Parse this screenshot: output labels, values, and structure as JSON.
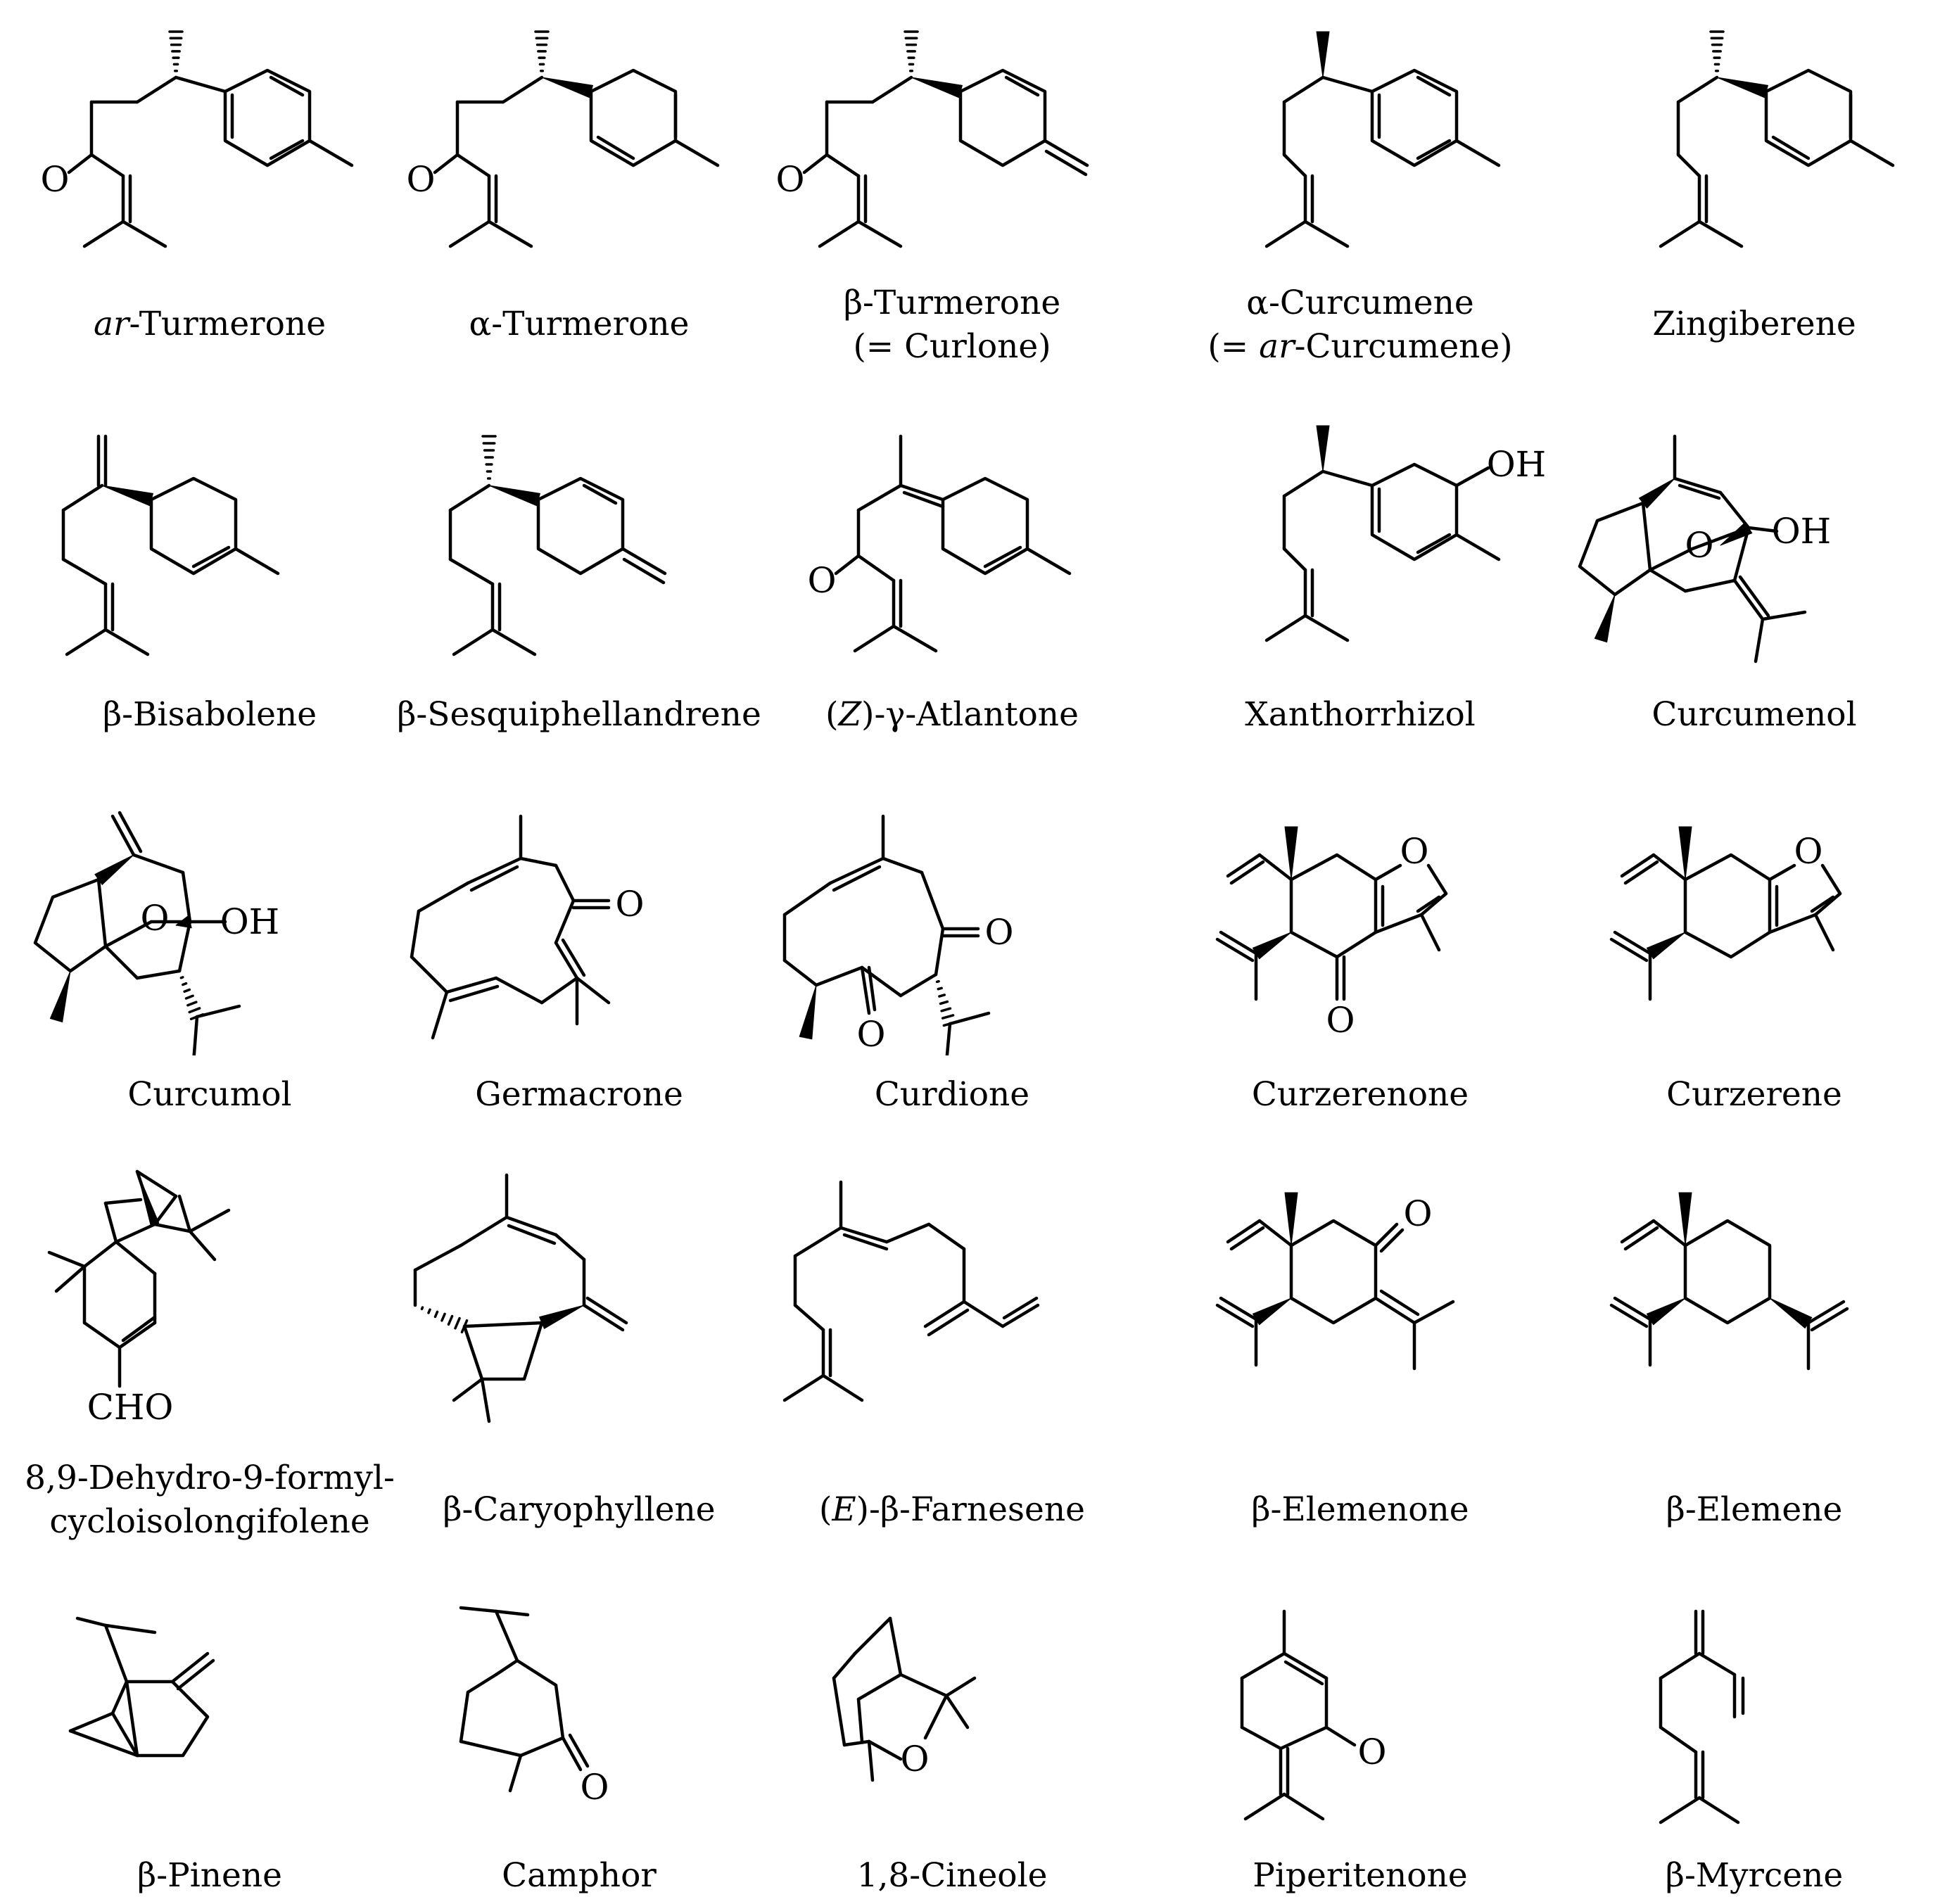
{
  "figure": {
    "compounds": [
      {
        "id": "ar-turmerone",
        "name_parts": [
          {
            "t": "ar",
            "i": true
          },
          {
            "t": "-Turmerone",
            "i": false
          }
        ],
        "line2": []
      },
      {
        "id": "alpha-turmerone",
        "name_parts": [
          {
            "t": "α-Turmerone",
            "i": false
          }
        ],
        "line2": []
      },
      {
        "id": "beta-turmerone",
        "name_parts": [
          {
            "t": "β-Turmerone",
            "i": false
          }
        ],
        "line2": [
          {
            "t": "(= Curlone)",
            "i": false
          }
        ]
      },
      {
        "id": "alpha-curcumene",
        "name_parts": [
          {
            "t": "α-Curcumene",
            "i": false
          }
        ],
        "line2": [
          {
            "t": "(= ",
            "i": false
          },
          {
            "t": "ar",
            "i": true
          },
          {
            "t": "-Curcumene)",
            "i": false
          }
        ]
      },
      {
        "id": "zingiberene",
        "name_parts": [
          {
            "t": "Zingiberene",
            "i": false
          }
        ],
        "line2": []
      },
      {
        "id": "beta-bisabolene",
        "name_parts": [
          {
            "t": "β-Bisabolene",
            "i": false
          }
        ],
        "line2": []
      },
      {
        "id": "beta-sesquiphellandrene",
        "name_parts": [
          {
            "t": "β-Sesquiphellandrene",
            "i": false
          }
        ],
        "line2": []
      },
      {
        "id": "z-gamma-atlantone",
        "name_parts": [
          {
            "t": "(",
            "i": false
          },
          {
            "t": "Z",
            "i": true
          },
          {
            "t": ")-γ-Atlantone",
            "i": false
          }
        ],
        "line2": []
      },
      {
        "id": "xanthorrhizol",
        "name_parts": [
          {
            "t": "Xanthorrhizol",
            "i": false
          }
        ],
        "line2": []
      },
      {
        "id": "curcumenol",
        "name_parts": [
          {
            "t": "Curcumenol",
            "i": false
          }
        ],
        "line2": []
      },
      {
        "id": "curcumol",
        "name_parts": [
          {
            "t": "Curcumol",
            "i": false
          }
        ],
        "line2": []
      },
      {
        "id": "germacrone",
        "name_parts": [
          {
            "t": "Germacrone",
            "i": false
          }
        ],
        "line2": []
      },
      {
        "id": "curdione",
        "name_parts": [
          {
            "t": "Curdione",
            "i": false
          }
        ],
        "line2": []
      },
      {
        "id": "curzerenone",
        "name_parts": [
          {
            "t": "Curzerenone",
            "i": false
          }
        ],
        "line2": []
      },
      {
        "id": "curzerene",
        "name_parts": [
          {
            "t": "Curzerene",
            "i": false
          }
        ],
        "line2": []
      },
      {
        "id": "dehydro-formyl-cycloisolongifolene",
        "name_parts": [
          {
            "t": "8,9-Dehydro-9-formyl-",
            "i": false
          }
        ],
        "line2": [
          {
            "t": "cycloisolongifolene",
            "i": false
          }
        ]
      },
      {
        "id": "beta-caryophyllene",
        "name_parts": [
          {
            "t": "β-Caryophyllene",
            "i": false
          }
        ],
        "line2": []
      },
      {
        "id": "e-beta-farnesene",
        "name_parts": [
          {
            "t": "(",
            "i": false
          },
          {
            "t": "E",
            "i": true
          },
          {
            "t": ")-β-Farnesene",
            "i": false
          }
        ],
        "line2": []
      },
      {
        "id": "beta-elemenone",
        "name_parts": [
          {
            "t": "β-Elemenone",
            "i": false
          }
        ],
        "line2": []
      },
      {
        "id": "beta-elemene",
        "name_parts": [
          {
            "t": "β-Elemene",
            "i": false
          }
        ],
        "line2": []
      },
      {
        "id": "beta-pinene",
        "name_parts": [
          {
            "t": "β-Pinene",
            "i": false
          }
        ],
        "line2": []
      },
      {
        "id": "camphor",
        "name_parts": [
          {
            "t": "Camphor",
            "i": false
          }
        ],
        "line2": []
      },
      {
        "id": "cineole",
        "name_parts": [
          {
            "t": "1,8-Cineole",
            "i": false
          }
        ],
        "line2": []
      },
      {
        "id": "piperitenone",
        "name_parts": [
          {
            "t": "Piperitenone",
            "i": false
          }
        ],
        "line2": []
      },
      {
        "id": "beta-myrcene",
        "name_parts": [
          {
            "t": "β-Myrcene",
            "i": false
          }
        ],
        "line2": []
      }
    ],
    "atom_labels": {
      "O": "O",
      "OH": "OH",
      "CHO": "CHO"
    }
  }
}
